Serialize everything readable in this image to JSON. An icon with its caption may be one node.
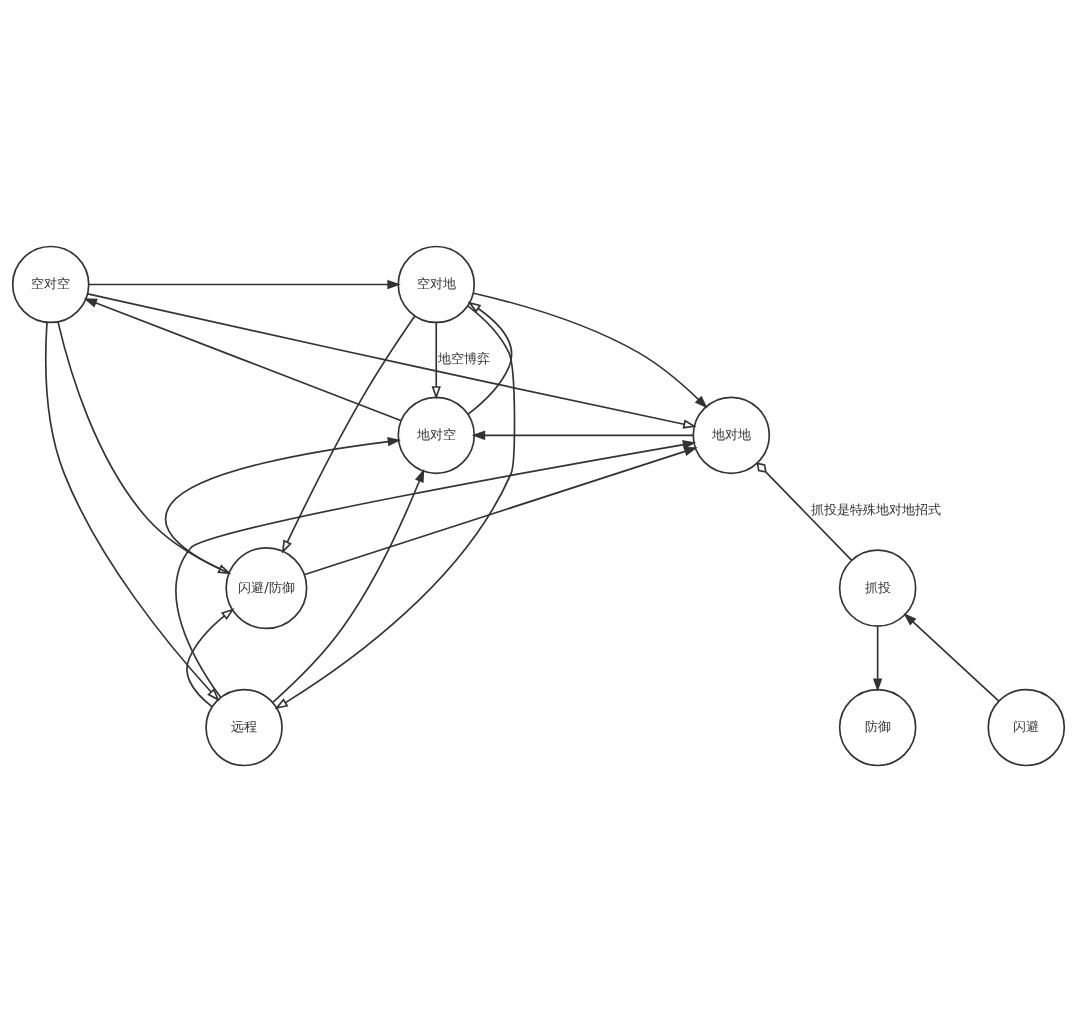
{
  "diagram": {
    "nodes": [
      {
        "text": [
          "空对空"
        ]
      },
      {
        "text": [
          "空对地"
        ]
      },
      {
        "text": [
          "地对空"
        ]
      },
      {
        "text": [
          "地对地"
        ]
      },
      {
        "text": [
          "闪避/防御"
        ]
      },
      {
        "text": [
          "远程"
        ]
      },
      {
        "text": [
          "抓投"
        ]
      },
      {
        "text": [
          "防御"
        ]
      },
      {
        "text": [
          "闪避"
        ]
      }
    ],
    "edges": [
      {
        "from": 0,
        "to": 1,
        "arrow": "to"
      },
      {
        "from": 0,
        "to": 3,
        "arrow": "to"
      },
      {
        "from": 2,
        "to": 0,
        "arrow": "to"
      },
      {
        "from": 2,
        "to": 1,
        "arrow": "to"
      },
      {
        "from": 1,
        "to": 2,
        "arrow": "to",
        "label": "地空博弈"
      },
      {
        "from": 1,
        "to": 3,
        "arrow": "to"
      },
      {
        "from": 3,
        "to": 2,
        "arrow": "to"
      },
      {
        "from": 6,
        "to": 3,
        "arrow": "other",
        "label": "抓投是特殊地对地招式"
      },
      {
        "from": 4,
        "to": 2,
        "arrow": "to"
      },
      {
        "from": 4,
        "to": 3,
        "arrow": "to"
      },
      {
        "from": 0,
        "to": 4,
        "arrow": "to"
      },
      {
        "from": 1,
        "to": 4,
        "arrow": "to"
      },
      {
        "from": 5,
        "to": 4,
        "arrow": "to"
      },
      {
        "from": 5,
        "to": 2,
        "arrow": "to"
      },
      {
        "from": 5,
        "to": 3,
        "arrow": "to"
      },
      {
        "from": 0,
        "to": 5,
        "arrow": "to"
      },
      {
        "from": 1,
        "to": 5,
        "arrow": "to"
      },
      {
        "from": 6,
        "to": 7,
        "arrow": "to"
      },
      {
        "from": 8,
        "to": 6,
        "arrow": "to"
      }
    ]
  }
}
